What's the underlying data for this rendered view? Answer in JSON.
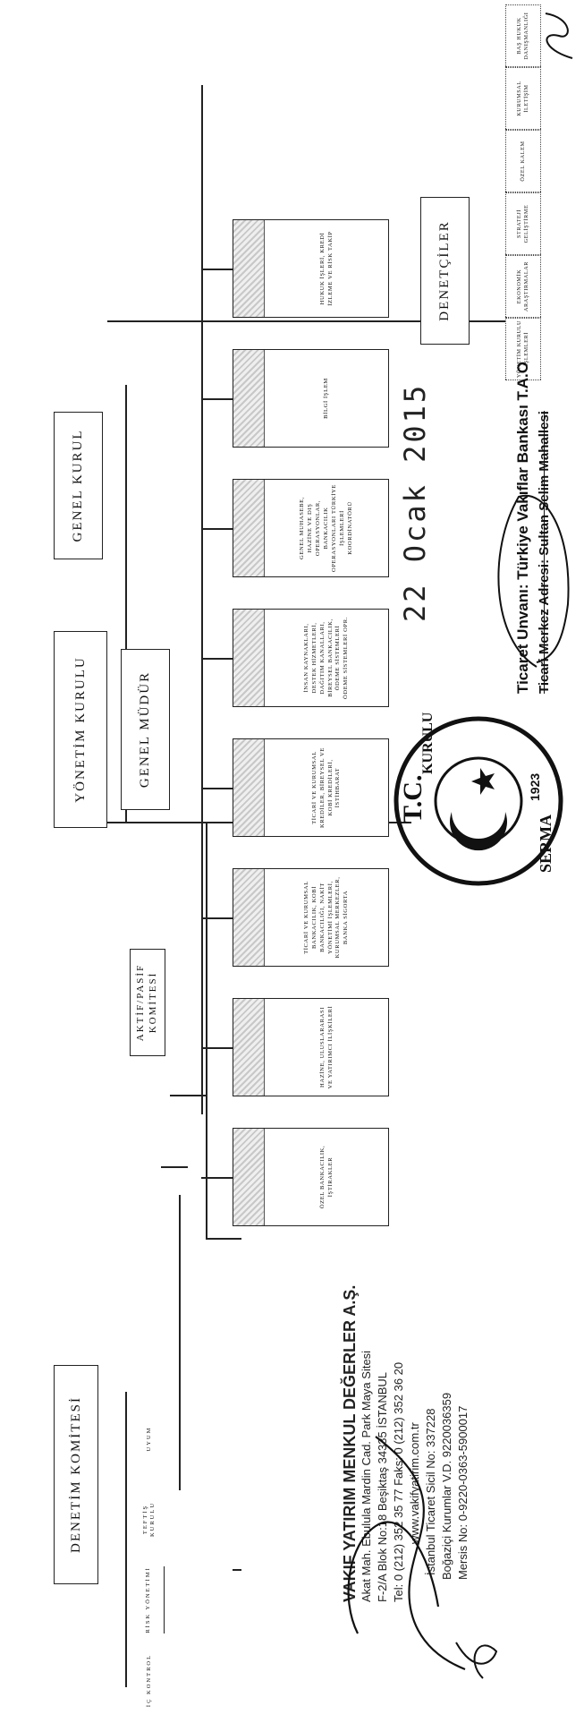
{
  "chart": {
    "top": {
      "general_assembly": "GENEL KURUL",
      "auditors": "DENETÇİLER",
      "board": "YÖNETİM KURULU",
      "general_manager": "GENEL MÜDÜR",
      "alco": "AKTİF/PASİF KOMİTESİ",
      "audit_committee": "DENETİM KOMİTESİ"
    },
    "audit_units": [
      "İÇ KONTROL",
      "RİSK YÖNETİMİ",
      "TEFTİŞ KURULU",
      "UYUM"
    ],
    "departments": [
      "ÖZEL BANKACILIK, İŞTİRAKLER",
      "HAZİNE, ULUSLARARASI VE YATIRIMCI İLİŞKİLERİ",
      "TİCARİ VE KURUMSAL BANKACILIK, KOBİ BANKACILIĞI, NAKİT YÖNETİMİ İŞLEMLERİ, KURUMSAL MERKEZLER, BANKA SİGORTA",
      "TİCARİ VE KURUMSAL KREDİLER, BİREYSEL VE KOBİ KREDİLERİ, İSTİHBARAT",
      "İNSAN KAYNAKLARI, DESTEK HİZMETLERİ, DAĞITIM KANALLARI, BİREYSEL BANKACILIK, ÖDEME SİSTEMLERİ ÖDEME SİSTEMLERİ OPR.",
      "GENEL MUHASEBE, HAZİNE VE DIŞ OPERASYONLAR, BANKACILIK OPERASYONLARI TÜRKİYE İŞLEMLERİ KOORDİNATÖRÜ",
      "BİLGİ İŞLEM",
      "HUKUK İŞLERİ, KREDİ İZLEME VE RİSK TAKİP"
    ],
    "staff_units": [
      "BAŞ HUKUK DANIŞMANLIĞI",
      "KURUMSAL İLETİŞİM",
      "ÖZEL KALEM",
      "STRATEJİ GELİŞTİRME",
      "EKONOMİK ARAŞTIRMALAR",
      "YÖNETİM KURULU İŞLEMLERİ"
    ]
  },
  "stamp": {
    "date": "22 Ocak 2015",
    "trade_name": "Ticaret Unvanı: Türkiye Vakıflar Bankası T.A.O",
    "hq_address": "Ticari Merkez Adresi: Sultan Selim Mahallesi",
    "seal_top": "T.C.",
    "seal_bottom": "SERMA",
    "seal_right": "KURULU",
    "seal_year": "1923"
  },
  "company": {
    "name": "VAKIF YATIRIM MENKUL DEĞERLER A.Ş.",
    "address1": "Akat Mah. Ebulula Mardin Cad. Park Maya Sitesi",
    "address2": "F-2/A Blok No:18 Beşiktaş 34335 İSTANBUL",
    "phone": "Tel: 0 (212) 352 35 77 Faks: 0 (212) 352 36 20",
    "web": "www.vakifyatirim.com.tr",
    "registry": "İstanbul Ticaret Sicil No: 337228",
    "tax": "Boğaziçi Kurumlar V.D. 9220036359",
    "mersis": "Mersis No: 0-9220-0363-5900017"
  }
}
